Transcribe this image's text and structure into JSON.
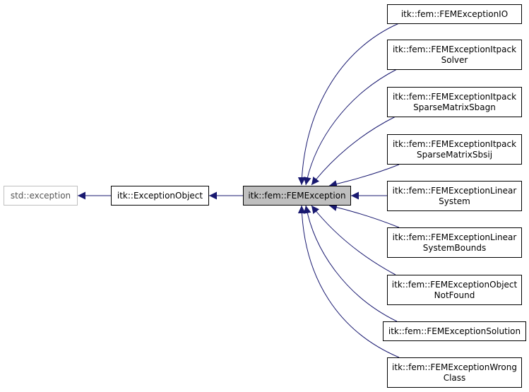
{
  "diagram": {
    "colors": {
      "edge": "#191970",
      "box_border": "#000000",
      "external_border": "#bfbfbf",
      "highlight_fill": "#bfbfbf",
      "box_fill": "#ffffff"
    },
    "nodes": {
      "std_exception": {
        "lines": [
          "std::exception"
        ]
      },
      "exception_object": {
        "lines": [
          "itk::ExceptionObject"
        ]
      },
      "fem_exception": {
        "lines": [
          "itk::fem::FEMException"
        ]
      },
      "io": {
        "lines": [
          "itk::fem::FEMExceptionIO"
        ]
      },
      "itpack_solver": {
        "lines": [
          "itk::fem::FEMExceptionItpack",
          "Solver"
        ]
      },
      "itpack_sbagn": {
        "lines": [
          "itk::fem::FEMExceptionItpack",
          "SparseMatrixSbagn"
        ]
      },
      "itpack_sbsij": {
        "lines": [
          "itk::fem::FEMExceptionItpack",
          "SparseMatrixSbsij"
        ]
      },
      "linear_system": {
        "lines": [
          "itk::fem::FEMExceptionLinear",
          "System"
        ]
      },
      "linear_bounds": {
        "lines": [
          "itk::fem::FEMExceptionLinear",
          "SystemBounds"
        ]
      },
      "object_not_found": {
        "lines": [
          "itk::fem::FEMExceptionObject",
          "NotFound"
        ]
      },
      "solution": {
        "lines": [
          "itk::fem::FEMExceptionSolution"
        ]
      },
      "wrong_class": {
        "lines": [
          "itk::fem::FEMExceptionWrong",
          "Class"
        ]
      }
    }
  }
}
